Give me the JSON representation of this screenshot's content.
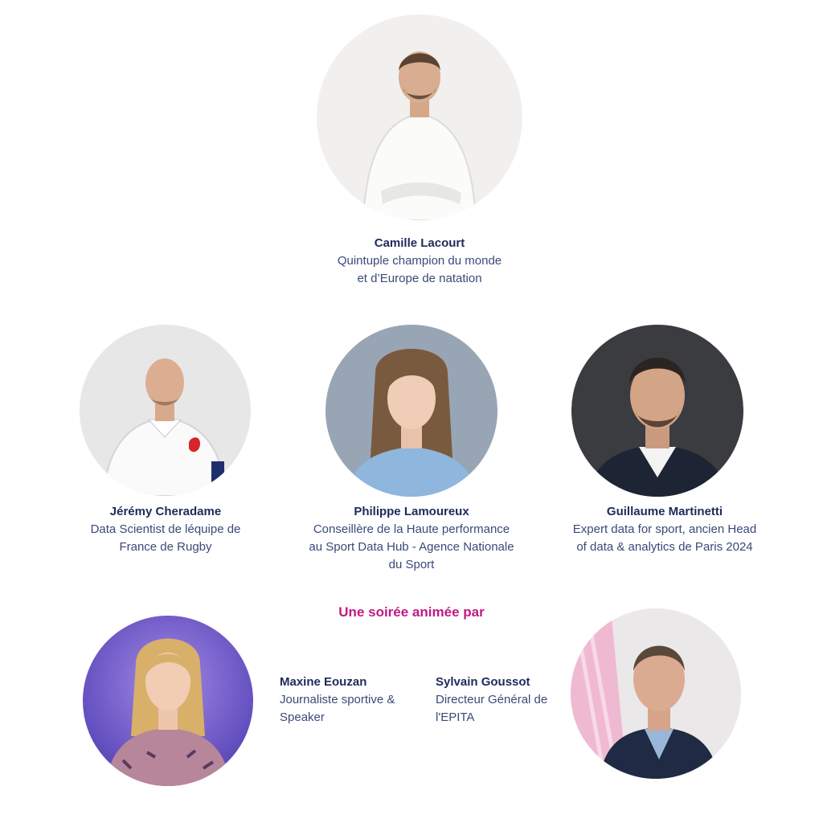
{
  "speakers": [
    {
      "name": "Camille Lacourt",
      "role": "Quintuple champion du monde et d’Europe de natation"
    },
    {
      "name": "Jérémy Cheradame",
      "role": "Data Scientist de léquipe de France de Rugby"
    },
    {
      "name": "Philippe Lamoureux",
      "role": "Conseillère de la Haute performance au Sport Data Hub - Agence Nationale du Sport"
    },
    {
      "name": "Guillaume Martinetti",
      "role": "Expert data for sport, ancien Head of data & analytics de Paris 2024"
    }
  ],
  "hosts_heading": "Une soirée animée par",
  "hosts": [
    {
      "name": "Maxine Eouzan",
      "role": "Journaliste sportive & Speaker"
    },
    {
      "name": "Sylvain Goussot",
      "role": "Directeur Général de l'EPITA"
    }
  ],
  "colors": {
    "name": "#1f2a5a",
    "role": "#3a4a78",
    "accent": "#c2197f"
  }
}
